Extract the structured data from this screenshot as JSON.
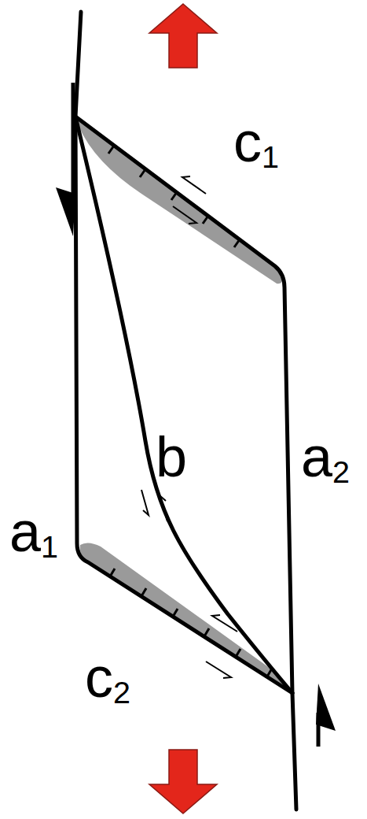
{
  "diagram": {
    "labels": [
      "c1",
      "b",
      "a2",
      "a1",
      "c2"
    ]
  }
}
